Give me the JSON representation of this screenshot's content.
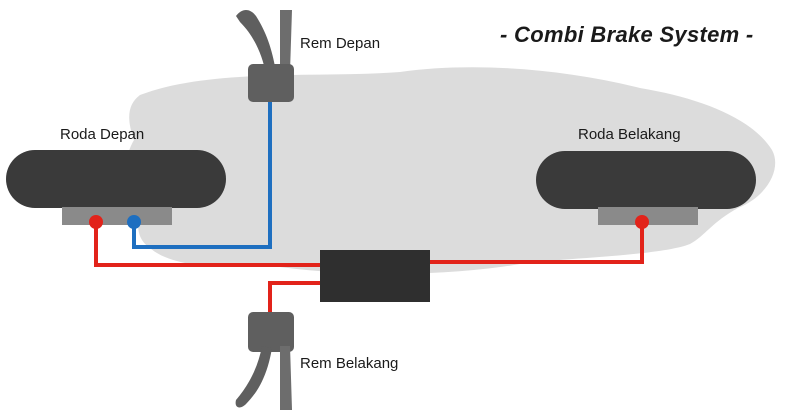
{
  "title": "- Combi Brake System -",
  "labels": {
    "front_wheel": "Roda Depan",
    "rear_wheel": "Roda Belakang",
    "front_brake": "Rem Depan",
    "rear_brake": "Rem Belakang"
  },
  "colors": {
    "body_silhouette": "#dcdcdc",
    "tire": "#3a3a3a",
    "caliper": "#8a8a8a",
    "lever": "#5f5f5f",
    "delay_valve": "#2f2f2f",
    "front_line": "#1e6fc0",
    "combined_line": "#e2231a"
  }
}
